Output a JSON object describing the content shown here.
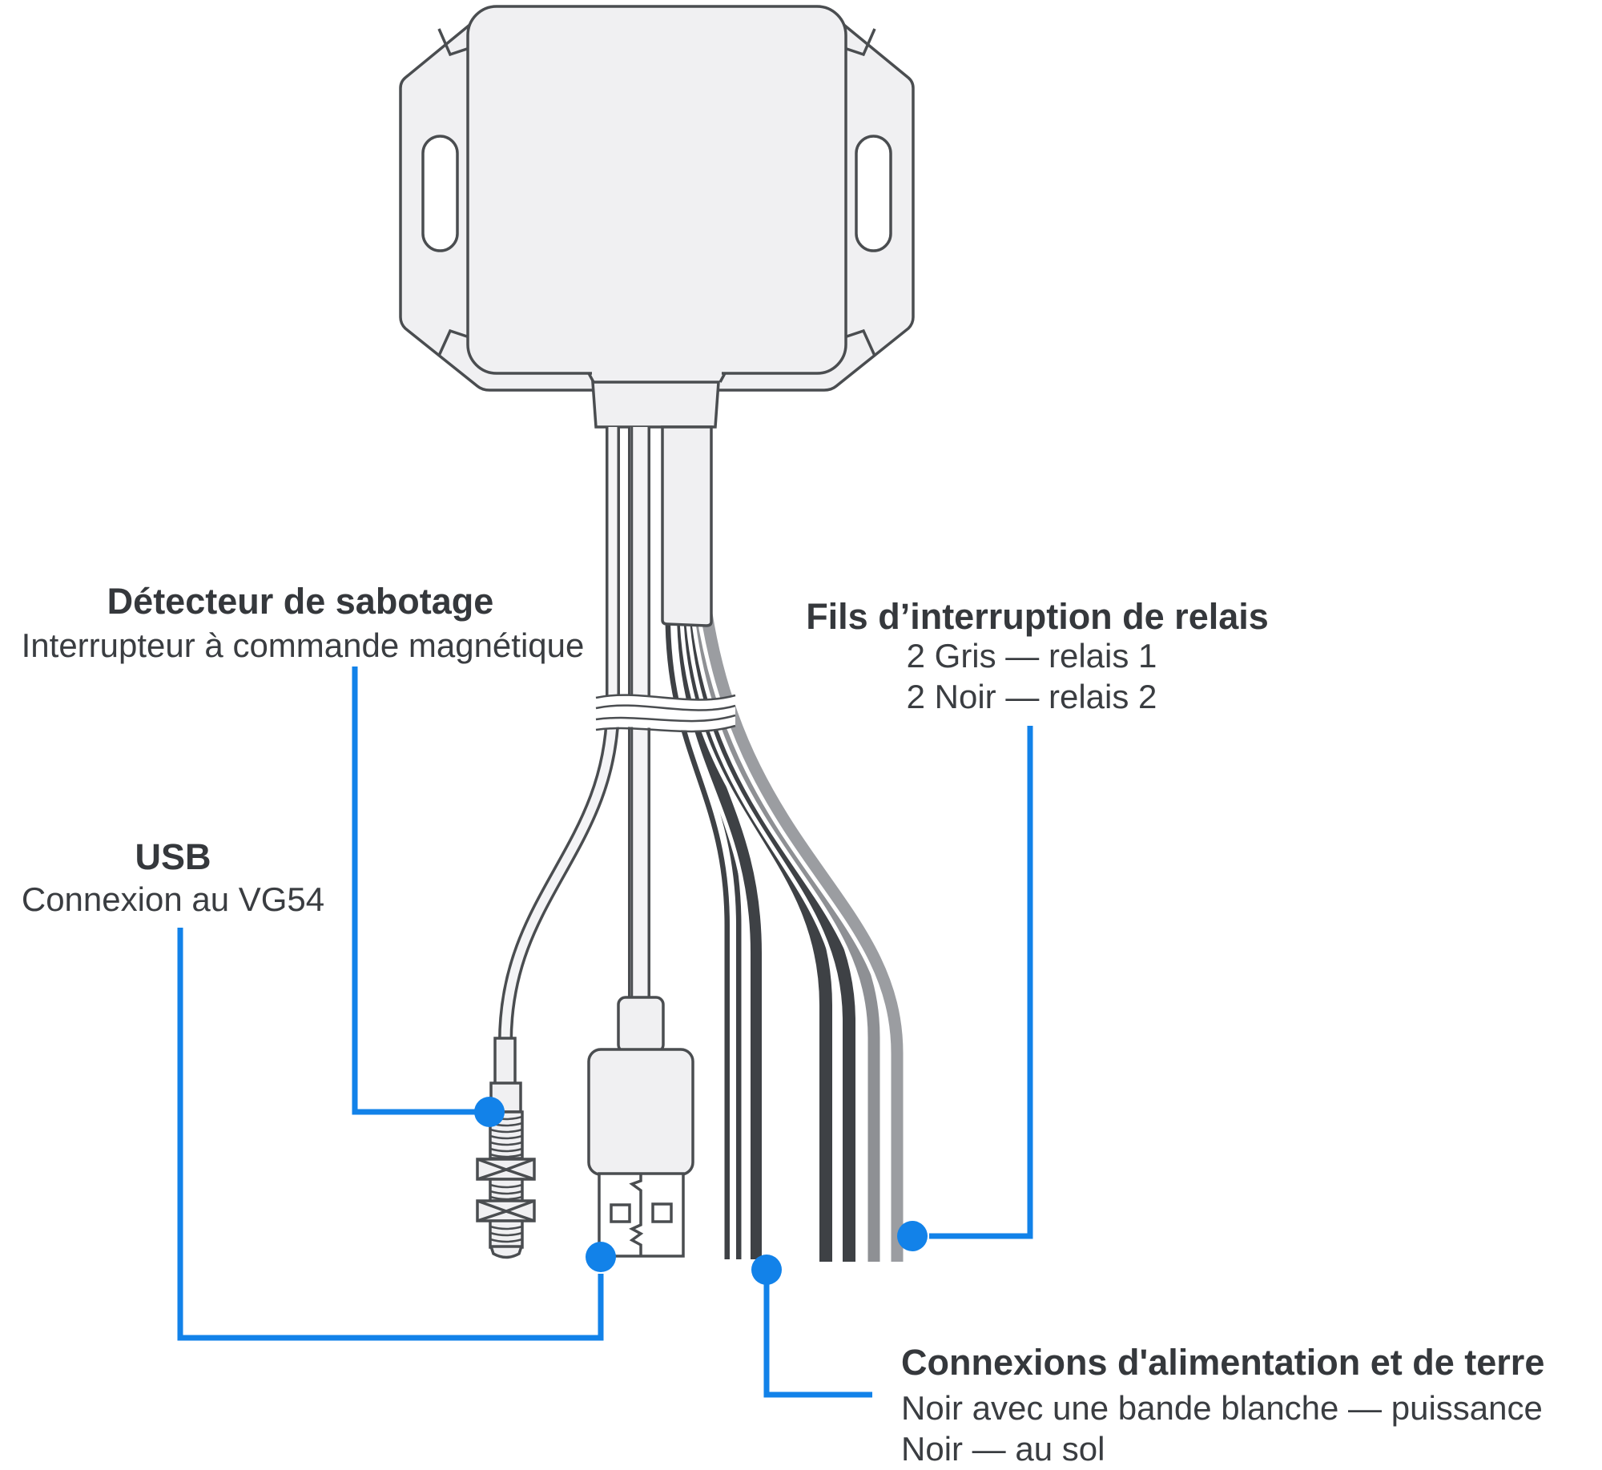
{
  "labels": {
    "tamper": {
      "title": "Détecteur de sabotage",
      "subtitle": "Interrupteur à commande magnétique"
    },
    "usb": {
      "title": "USB",
      "subtitle": "Connexion au VG54"
    },
    "relay": {
      "title": "Fils d’interruption de relais",
      "line1": "2 Gris — relais 1",
      "line2": "2 Noir — relais 2"
    },
    "power": {
      "title": "Connexions d'alimentation et de terre",
      "line1": "Noir avec une bande blanche — puissance",
      "line2": "Noir — au sol"
    }
  },
  "colors": {
    "accent_blue": "#1282e9",
    "outline": "#4a4d50",
    "device_fill": "#f0f0f2",
    "wire_black": "#3e4145",
    "wire_gray_relay1": "#8e9094",
    "wire_gray_relay2": "#9b9da1",
    "text": "#35383c"
  }
}
